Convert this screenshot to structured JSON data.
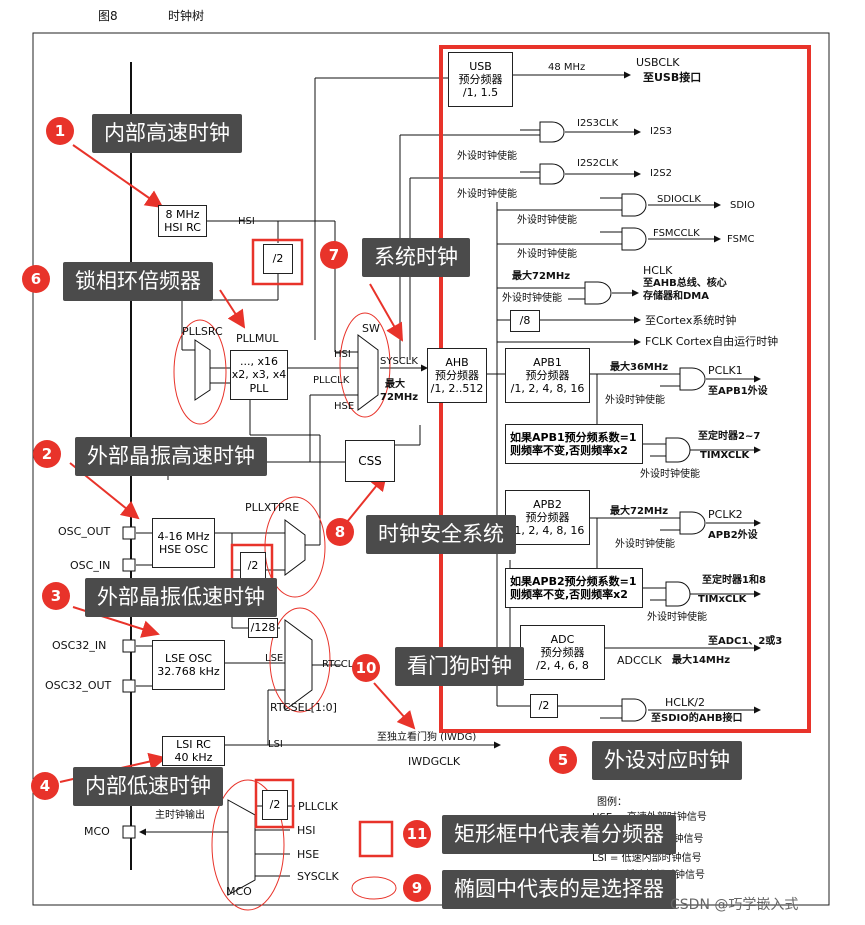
{
  "header": {
    "figure_no": "图8",
    "figure_title": "时钟树"
  },
  "blocks": {
    "usb_prescaler": [
      "USB",
      "预分频器",
      "/1, 1.5"
    ],
    "hsi_rc": [
      "8 MHz",
      "HSI RC"
    ],
    "hsi_div2": "/2",
    "pllmul": [
      "PLLMUL",
      "..., x16",
      "x2, x3, x4",
      "PLL"
    ],
    "ahb_prescaler": [
      "AHB",
      "预分频器",
      "/1, 2..512"
    ],
    "apb1_prescaler": [
      "APB1",
      "预分频器",
      "/1, 2, 4, 8, 16"
    ],
    "apb2_prescaler": [
      "APB2",
      "预分频器",
      "/1, 2, 4, 8, 16"
    ],
    "adc_prescaler": [
      "ADC",
      "预分频器",
      "/2, 4, 6, 8"
    ],
    "css": "CSS",
    "hse_osc": [
      "4-16 MHz",
      "HSE OSC"
    ],
    "hse_div2": "/2",
    "lse_osc": [
      "LSE OSC",
      "32.768 kHz"
    ],
    "lsi_rc": [
      "LSI RC",
      "40 kHz"
    ],
    "div8": "/8",
    "div128": "/128",
    "div2_sdio": "/2",
    "div2_mco": "/2",
    "timx_apb1": [
      "如果APB1预分频系数=1",
      "则频率不变,否则频率x2"
    ],
    "timx_apb2": [
      "如果APB2预分频系数=1",
      "则频率不变,否则频率x2"
    ]
  },
  "labels": {
    "freq_48mhz": "48 MHz",
    "usbclk": "USBCLK",
    "to_usb": "至USB接口",
    "i2s3clk": "I2S3CLK",
    "i2s3": "I2S3",
    "i2s2clk": "I2S2CLK",
    "i2s2": "I2S2",
    "periph_enable": "外设时钟使能",
    "sdioclk": "SDIOCLK",
    "sdio": "SDIO",
    "fsmcclk": "FSMCCLK",
    "fsmc": "FSMC",
    "max72_1": "最大72MHz",
    "hclk": "HCLK",
    "hclk_desc1": "至AHB总线、核心",
    "hclk_desc2": "存储器和DMA",
    "to_cortex": "至Cortex系统时钟",
    "fclk": "FCLK Cortex自由运行时钟",
    "max36": "最大36MHz",
    "pclk1": "PCLK1",
    "to_apb1": "至APB1外设",
    "to_tim27": "至定时器2~7",
    "timxclk1": "TIMXCLK",
    "max72_2": "最大72MHz",
    "pclk2": "PCLK2",
    "to_apb2": "APB2外设",
    "to_tim18": "至定时器1和8",
    "timxclk2": "TIMxCLK",
    "to_adc": "至ADC1、2或3",
    "adcclk": "ADCCLK",
    "max14": "最大14MHz",
    "hclk2": "HCLK/2",
    "to_sdio_ahb": "至SDIO的AHB接口",
    "hsi": "HSI",
    "pllsrc": "PLLSRC",
    "pllclk": "PLLCLK",
    "sw": "SW",
    "sysclk": "SYSCLK",
    "hsi_sw": "HSI",
    "hse_sw": "HSE",
    "max72_sys": [
      "最大",
      "72MHz"
    ],
    "osc_out": "OSC_OUT",
    "osc_in": "OSC_IN",
    "pllxtpre": "PLLXTPRE",
    "osc32_in": "OSC32_IN",
    "osc32_out": "OSC32_OUT",
    "lse": "LSE",
    "rtcclk": "RTCCLK",
    "rtcsel": "RTCSEL[1:0]",
    "lsi": "LSI",
    "to_iwdg": "至独立看门狗 (IWDG)",
    "iwdgclk": "IWDGCLK",
    "mco_out": "主时钟输出",
    "mco": "MCO",
    "mco_pllclk": "PLLCLK",
    "mco_hsi": "HSI",
    "mco_hse": "HSE",
    "mco_sysclk": "SYSCLK"
  },
  "legend": {
    "title": "图例：",
    "hse": "HSE = 高速外部时钟信号",
    "hsi": "HSI = 高速内部时钟信号",
    "lsi": "LSI = 低速内部时钟信号",
    "lse": "LSE = 低速外部时钟信号"
  },
  "callouts": [
    {
      "num": "1",
      "text": "内部高速时钟"
    },
    {
      "num": "2",
      "text": "外部晶振高速时钟"
    },
    {
      "num": "3",
      "text": "外部晶振低速时钟"
    },
    {
      "num": "4",
      "text": "内部低速时钟"
    },
    {
      "num": "5",
      "text": "外设对应时钟"
    },
    {
      "num": "6",
      "text": "锁相环倍频器"
    },
    {
      "num": "7",
      "text": "系统时钟"
    },
    {
      "num": "8",
      "text": "时钟安全系统"
    },
    {
      "num": "9",
      "text": "椭圆中代表的是选择器"
    },
    {
      "num": "10",
      "text": "看门狗时钟"
    },
    {
      "num": "11",
      "text": "矩形框中代表着分频器"
    }
  ],
  "watermark": "CSDN @巧学嵌入式",
  "colors": {
    "annotation_red": "#e8332a",
    "callout_bg": "#4b4b4b",
    "line": "#111111"
  }
}
